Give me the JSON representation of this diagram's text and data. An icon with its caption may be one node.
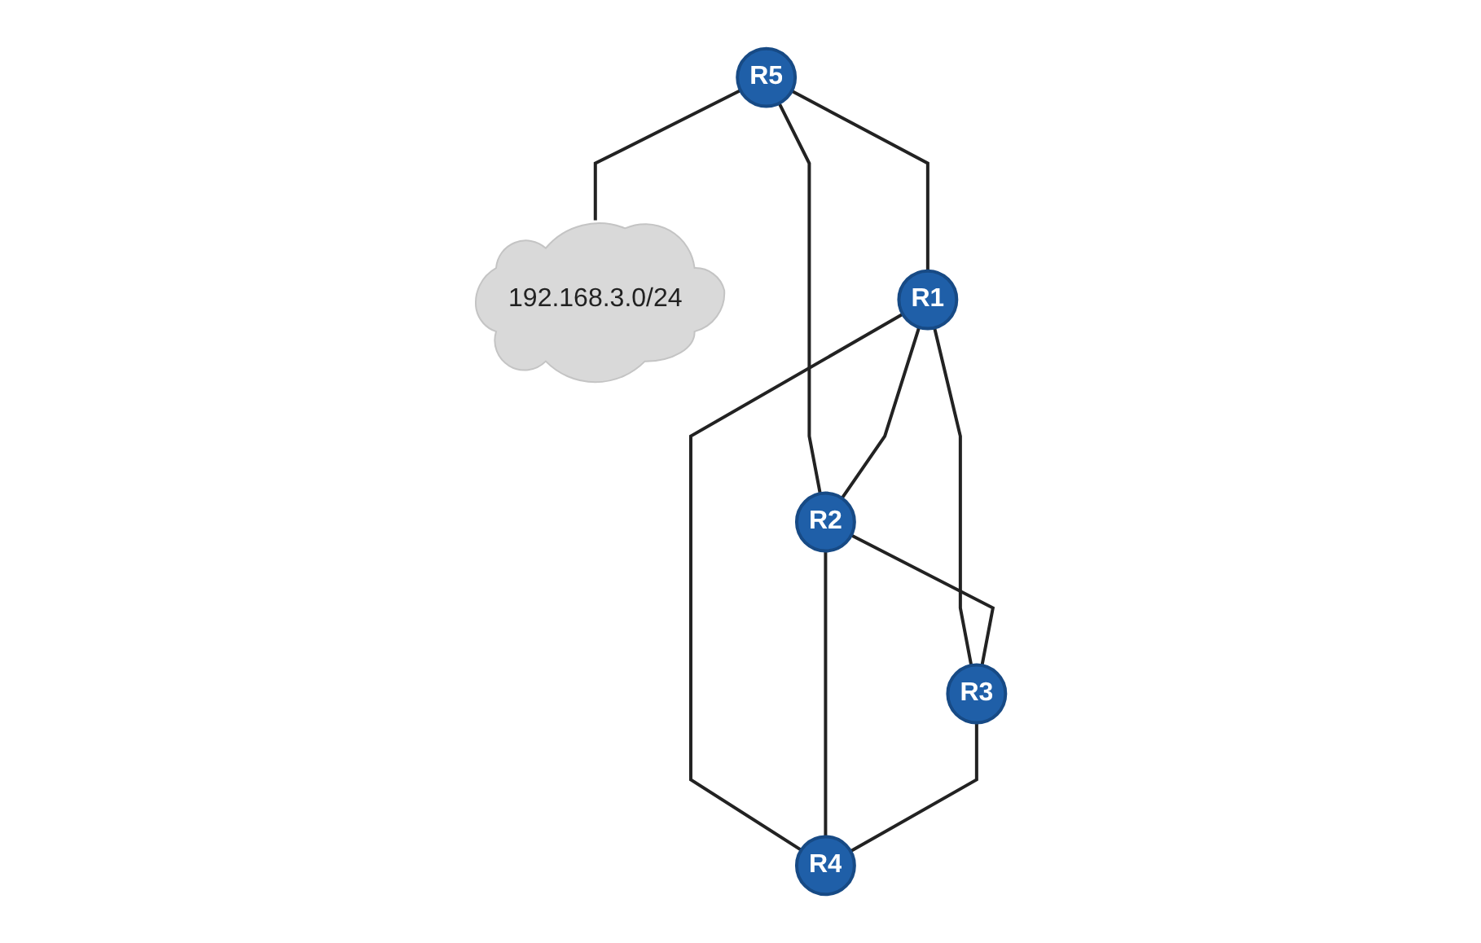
{
  "diagram": {
    "nodes": [
      {
        "text": [
          "R5"
        ]
      },
      {
        "text": [
          "192.168.3.0/24"
        ]
      },
      {
        "text": [
          "R1"
        ]
      },
      {
        "text": [
          "R2"
        ]
      },
      {
        "text": [
          "R3"
        ]
      },
      {
        "text": [
          "R4"
        ]
      }
    ],
    "edges": [
      {
        "from": 0,
        "to": 2,
        "arrow": "none"
      },
      {
        "from": 0,
        "to": 3,
        "arrow": "none"
      },
      {
        "from": 0,
        "to": 1,
        "arrow": "none"
      },
      {
        "from": 2,
        "to": 3,
        "arrow": "none"
      },
      {
        "from": 2,
        "to": 4,
        "arrow": "none"
      },
      {
        "from": 2,
        "to": 5,
        "arrow": "none"
      },
      {
        "from": 3,
        "to": 4,
        "arrow": "none"
      },
      {
        "from": 3,
        "to": 5,
        "arrow": "none"
      },
      {
        "from": 4,
        "to": 5,
        "arrow": "none"
      }
    ]
  }
}
